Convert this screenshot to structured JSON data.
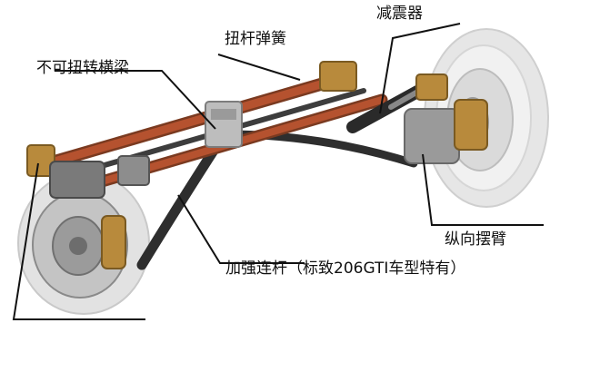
{
  "labels": {
    "torsion_spring": "扭杆弹簧",
    "cross_beam": "不可扭转横梁",
    "shock_absorber": "减震器",
    "trailing_arm": "纵向摆臂",
    "brace_rod": "加强连杆（标致206GTI车型特有）"
  },
  "colors": {
    "torsion_bar": "#b5522f",
    "tire": "#e4e4e4",
    "metal": "#8c8c8c",
    "dark_rod": "#3a3a3a",
    "brass": "#b88a3c",
    "leader_line": "#111111"
  }
}
